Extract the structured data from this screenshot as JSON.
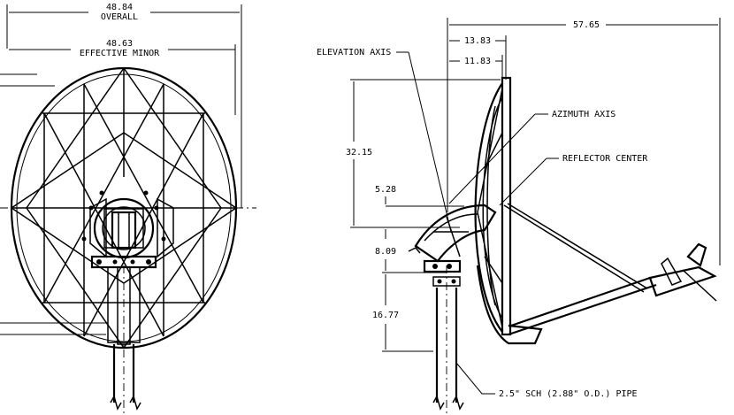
{
  "front_view": {
    "overall_dim": "48.84",
    "overall_label": "OVERALL",
    "effective_dim": "48.63",
    "effective_label": "EFFECTIVE MINOR"
  },
  "side_view": {
    "total_dim": "57.65",
    "dim_13": "13.83",
    "dim_11": "11.83",
    "dim_32": "32.15",
    "dim_5": "5.28",
    "dim_8": "8.09",
    "dim_16": "16.77",
    "elevation_axis": "ELEVATION AXIS",
    "azimuth_axis": "AZIMUTH AXIS",
    "reflector_center": "REFLECTOR CENTER",
    "pipe_note": "2.5\" SCH (2.88\" O.D.) PIPE"
  }
}
